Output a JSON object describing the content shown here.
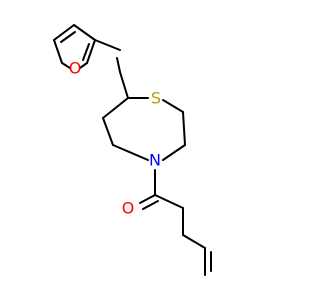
{
  "molecule": {
    "atoms": {
      "furan_oxygen": {
        "symbol": "O",
        "color": "#ff0000"
      },
      "ring_sulfur": {
        "symbol": "S",
        "color": "#b2a200"
      },
      "ring_nitrogen": {
        "symbol": "N",
        "color": "#0000ff"
      },
      "carbonyl_oxygen": {
        "symbol": "O",
        "color": "#ff0000"
      }
    },
    "bond_color": "#000000"
  }
}
